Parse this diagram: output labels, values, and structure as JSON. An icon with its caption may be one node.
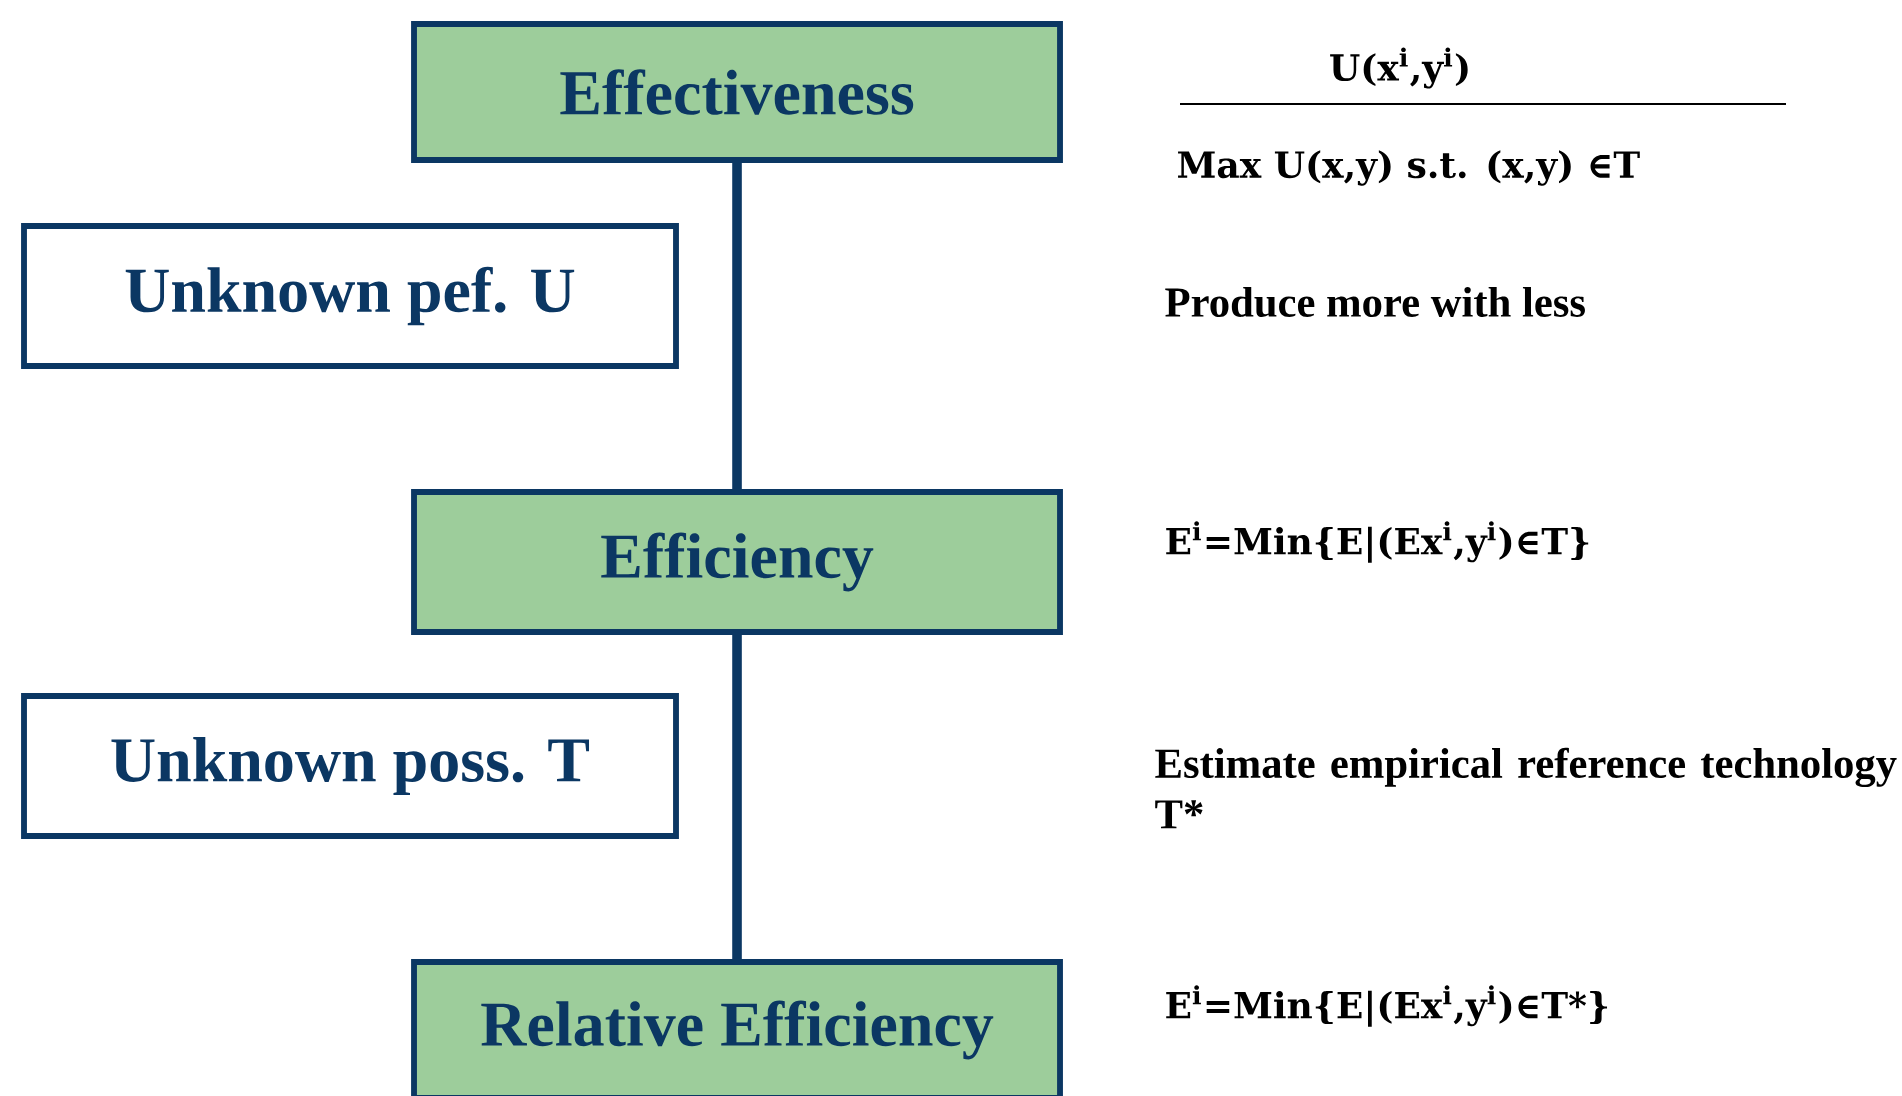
{
  "diagram": {
    "nodes": [
      {
        "text": [
          "Effectiveness"
        ]
      },
      {
        "text": [
          "Unknown pef. U"
        ]
      },
      {
        "text": [
          "Efficiency"
        ]
      },
      {
        "text": [
          "Unknown poss. T"
        ]
      },
      {
        "text": [
          "Relative Efficiency"
        ]
      }
    ],
    "edges": [
      {
        "from": 0,
        "to": 2,
        "arrow": "none"
      },
      {
        "from": 2,
        "to": 4,
        "arrow": "none"
      }
    ],
    "labels": [
      "U(x$^{i}$,y$^{i}$)",
      "Max U(x,y) s.t. (x,y) ∈T",
      "Produce more with less",
      "E$^{i}$=Min{E|(Ex$^{i}$,y$^{i}$)∈T}",
      "Estimate empirical reference technology T*",
      "E$^{i}$=Min{E|(Ex$^{i}$,y$^{i}$)∈T*}"
    ]
  }
}
